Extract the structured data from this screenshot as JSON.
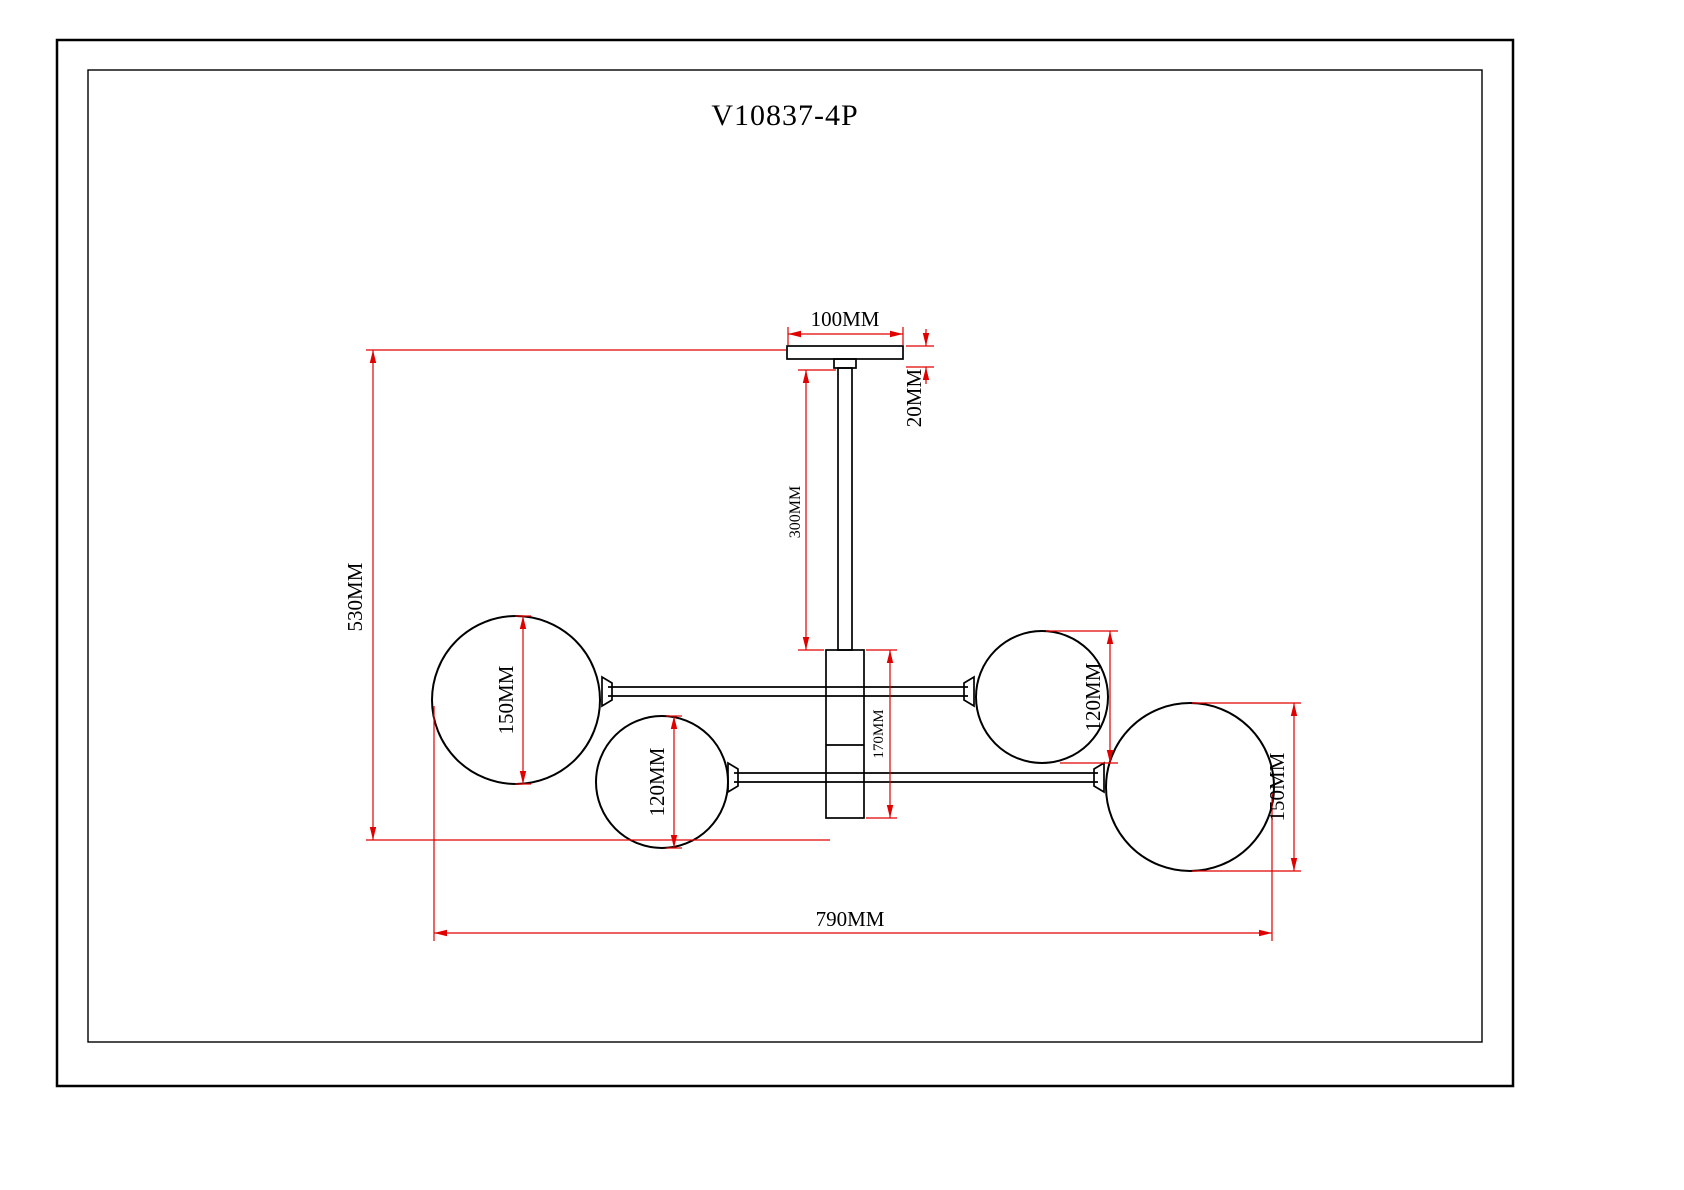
{
  "drawing": {
    "title": "V10837-4P"
  },
  "dimensions": {
    "canopy_width": "100MM",
    "canopy_thickness": "20MM",
    "rod_length": "300MM",
    "overall_height": "530MM",
    "left_large_globe": "150MM",
    "left_small_globe": "120MM",
    "center_body_height": "170MM",
    "right_small_globe": "120MM",
    "right_large_globe": "150MM",
    "overall_width": "790MM"
  },
  "colors": {
    "dimension": "#e00000",
    "line": "#000000"
  }
}
